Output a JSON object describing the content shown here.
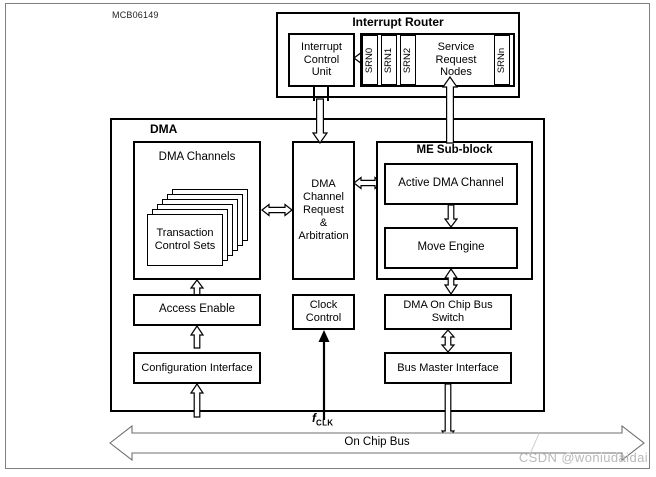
{
  "figure": {
    "id_label": "MCB06149",
    "watermark": "CSDN @woniudaidai"
  },
  "interrupt_router": {
    "title": "Interrupt Router",
    "blocks": [
      {
        "name": "interrupt-control-unit",
        "label": "Interrupt\nControl\nUnit"
      },
      {
        "name": "service-request-nodes",
        "label": "Service\nRequest\nNodes"
      }
    ],
    "srn_channels": [
      "SRN0",
      "SRN1",
      "SRN2",
      "SRNn"
    ]
  },
  "dma": {
    "title": "DMA",
    "dma_channels": {
      "title": "DMA Channels",
      "stack_label": "Transaction\nControl Sets",
      "stack_layers": 6
    },
    "arbitration": {
      "label": "DMA\nChannel\nRequest\n&\nArbitration"
    },
    "access_enable": {
      "label": "Access Enable"
    },
    "configuration_interface": {
      "label": "Configuration  Interface"
    },
    "clock_control": {
      "label": "Clock\nControl"
    },
    "me_subblock": {
      "title": "ME Sub-block",
      "active_dma_channel": {
        "label": "Active DMA Channel"
      },
      "move_engine": {
        "label": "Move Engine"
      }
    },
    "dma_on_chip_bus_switch": {
      "label": "DMA On Chip Bus\nSwitch"
    },
    "bus_master_interface": {
      "label": "Bus Master Interface"
    }
  },
  "bus": {
    "clock_signal": "f",
    "clock_signal_sub": "CLK",
    "on_chip_bus_label": "On Chip Bus"
  },
  "colors": {
    "stroke": "#000000",
    "page_frame": "#808080",
    "background": "#ffffff",
    "watermark": "#b9b9b9"
  }
}
